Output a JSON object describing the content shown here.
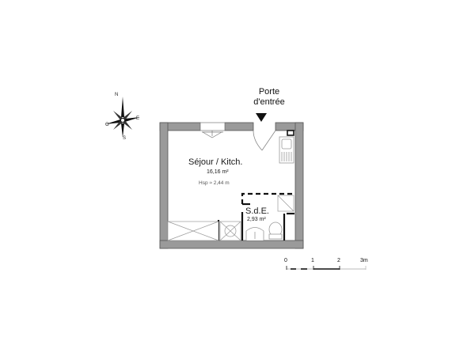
{
  "compass": {
    "north": "N",
    "east": "E",
    "south": "S",
    "west": "O"
  },
  "entrance": {
    "line1": "Porte",
    "line2": "d'entrée"
  },
  "rooms": [
    {
      "name": "Séjour / Kitch.",
      "area": "16,16 m²",
      "height": "Hsp ≈ 2,44 m"
    },
    {
      "name": "S.d.E.",
      "area": "2,93 m²"
    }
  ],
  "scale_bar": {
    "ticks": [
      "0",
      "1",
      "2",
      "3m"
    ]
  },
  "colors": {
    "wall": "#9a9a9a",
    "wall_outline": "#555555",
    "fixture": "#888888",
    "text": "#1a1a1a"
  }
}
